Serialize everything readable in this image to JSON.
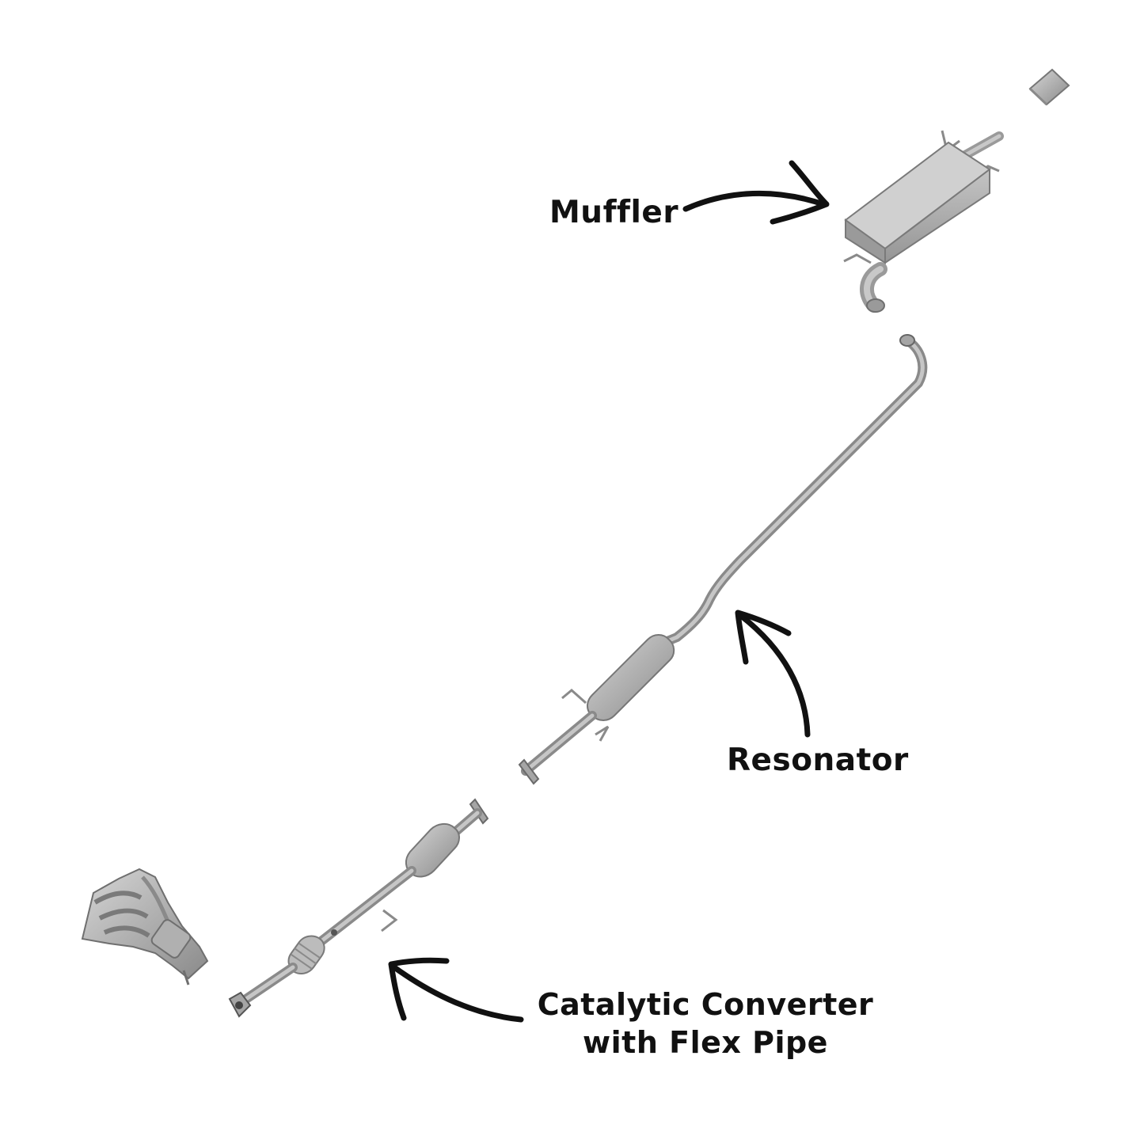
{
  "labels": {
    "muffler": "Muffler",
    "resonator": "Resonator",
    "catalytic_line1": "Catalytic Converter",
    "catalytic_line2": "with Flex Pipe"
  },
  "colors": {
    "metal_light": "#c9c9c9",
    "metal_mid": "#a7a7a7",
    "metal_dark": "#7d7d7d",
    "outline": "#6a6a6a",
    "arrow": "#111111",
    "background": "#ffffff"
  }
}
